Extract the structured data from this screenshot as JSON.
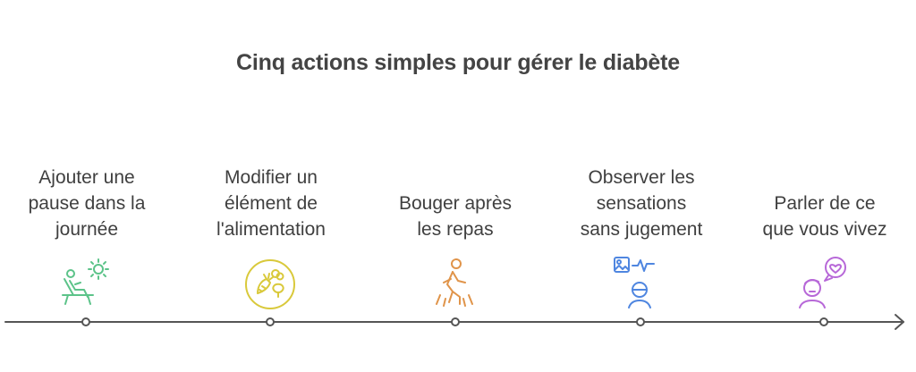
{
  "title": "Cinq actions simples pour gérer le diabète",
  "steps": [
    {
      "lines": [
        "Ajouter une",
        "pause dans la",
        "journée"
      ],
      "icon": "relaxing-sun-icon",
      "color": "#5cc389"
    },
    {
      "lines": [
        "Modifier un",
        "élément de",
        "l'alimentation"
      ],
      "icon": "vegetables-icon",
      "color": "#d9c93b"
    },
    {
      "lines": [
        "Bouger après",
        "les repas"
      ],
      "icon": "walking-person-icon",
      "color": "#e0944a"
    },
    {
      "lines": [
        "Observer les",
        "sensations",
        "sans jugement"
      ],
      "icon": "observe-sensations-icon",
      "color": "#4f86e0"
    },
    {
      "lines": [
        "Parler de ce",
        "que vous vivez"
      ],
      "icon": "talk-heart-icon",
      "color": "#b768d8"
    }
  ],
  "colors": {
    "axis": "#555555",
    "title": "#444444"
  }
}
